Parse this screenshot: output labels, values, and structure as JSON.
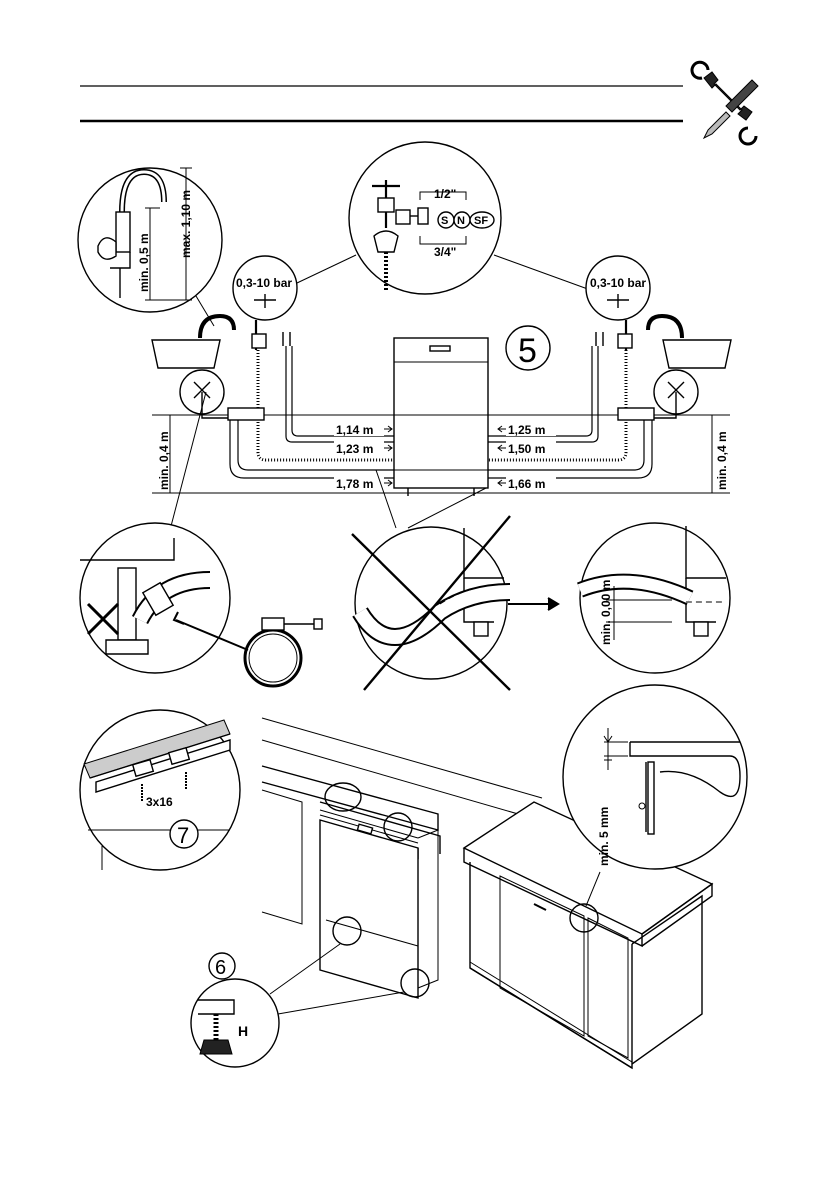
{
  "tool_icon": "screwdriver-wrench-icon",
  "pressure": {
    "left": "0,3-10 bar",
    "right": "0,3-10 bar"
  },
  "thread": {
    "top": "1/2\"",
    "bottom": "3/4\"",
    "s": "S",
    "n": "N",
    "sf": "SF"
  },
  "heights": {
    "max_drain": "max. 1,10 m",
    "min_drain": "min. 0,5 m",
    "floor_left": "min. 0,4 m",
    "floor_right": "min. 0,4 m"
  },
  "hose_lengths": {
    "l1": "1,14 m",
    "l2": "1,23 m",
    "l3": "1,78 m",
    "r1": "1,25 m",
    "r2": "1,50 m",
    "r3": "1,66 m"
  },
  "gap_label": "min. 0,00 m",
  "clearance_label": "min. 5 mm",
  "screw_label": "3x16",
  "step_numbers": {
    "five": "5",
    "six": "6",
    "seven": "7"
  },
  "foot_letter": "H"
}
